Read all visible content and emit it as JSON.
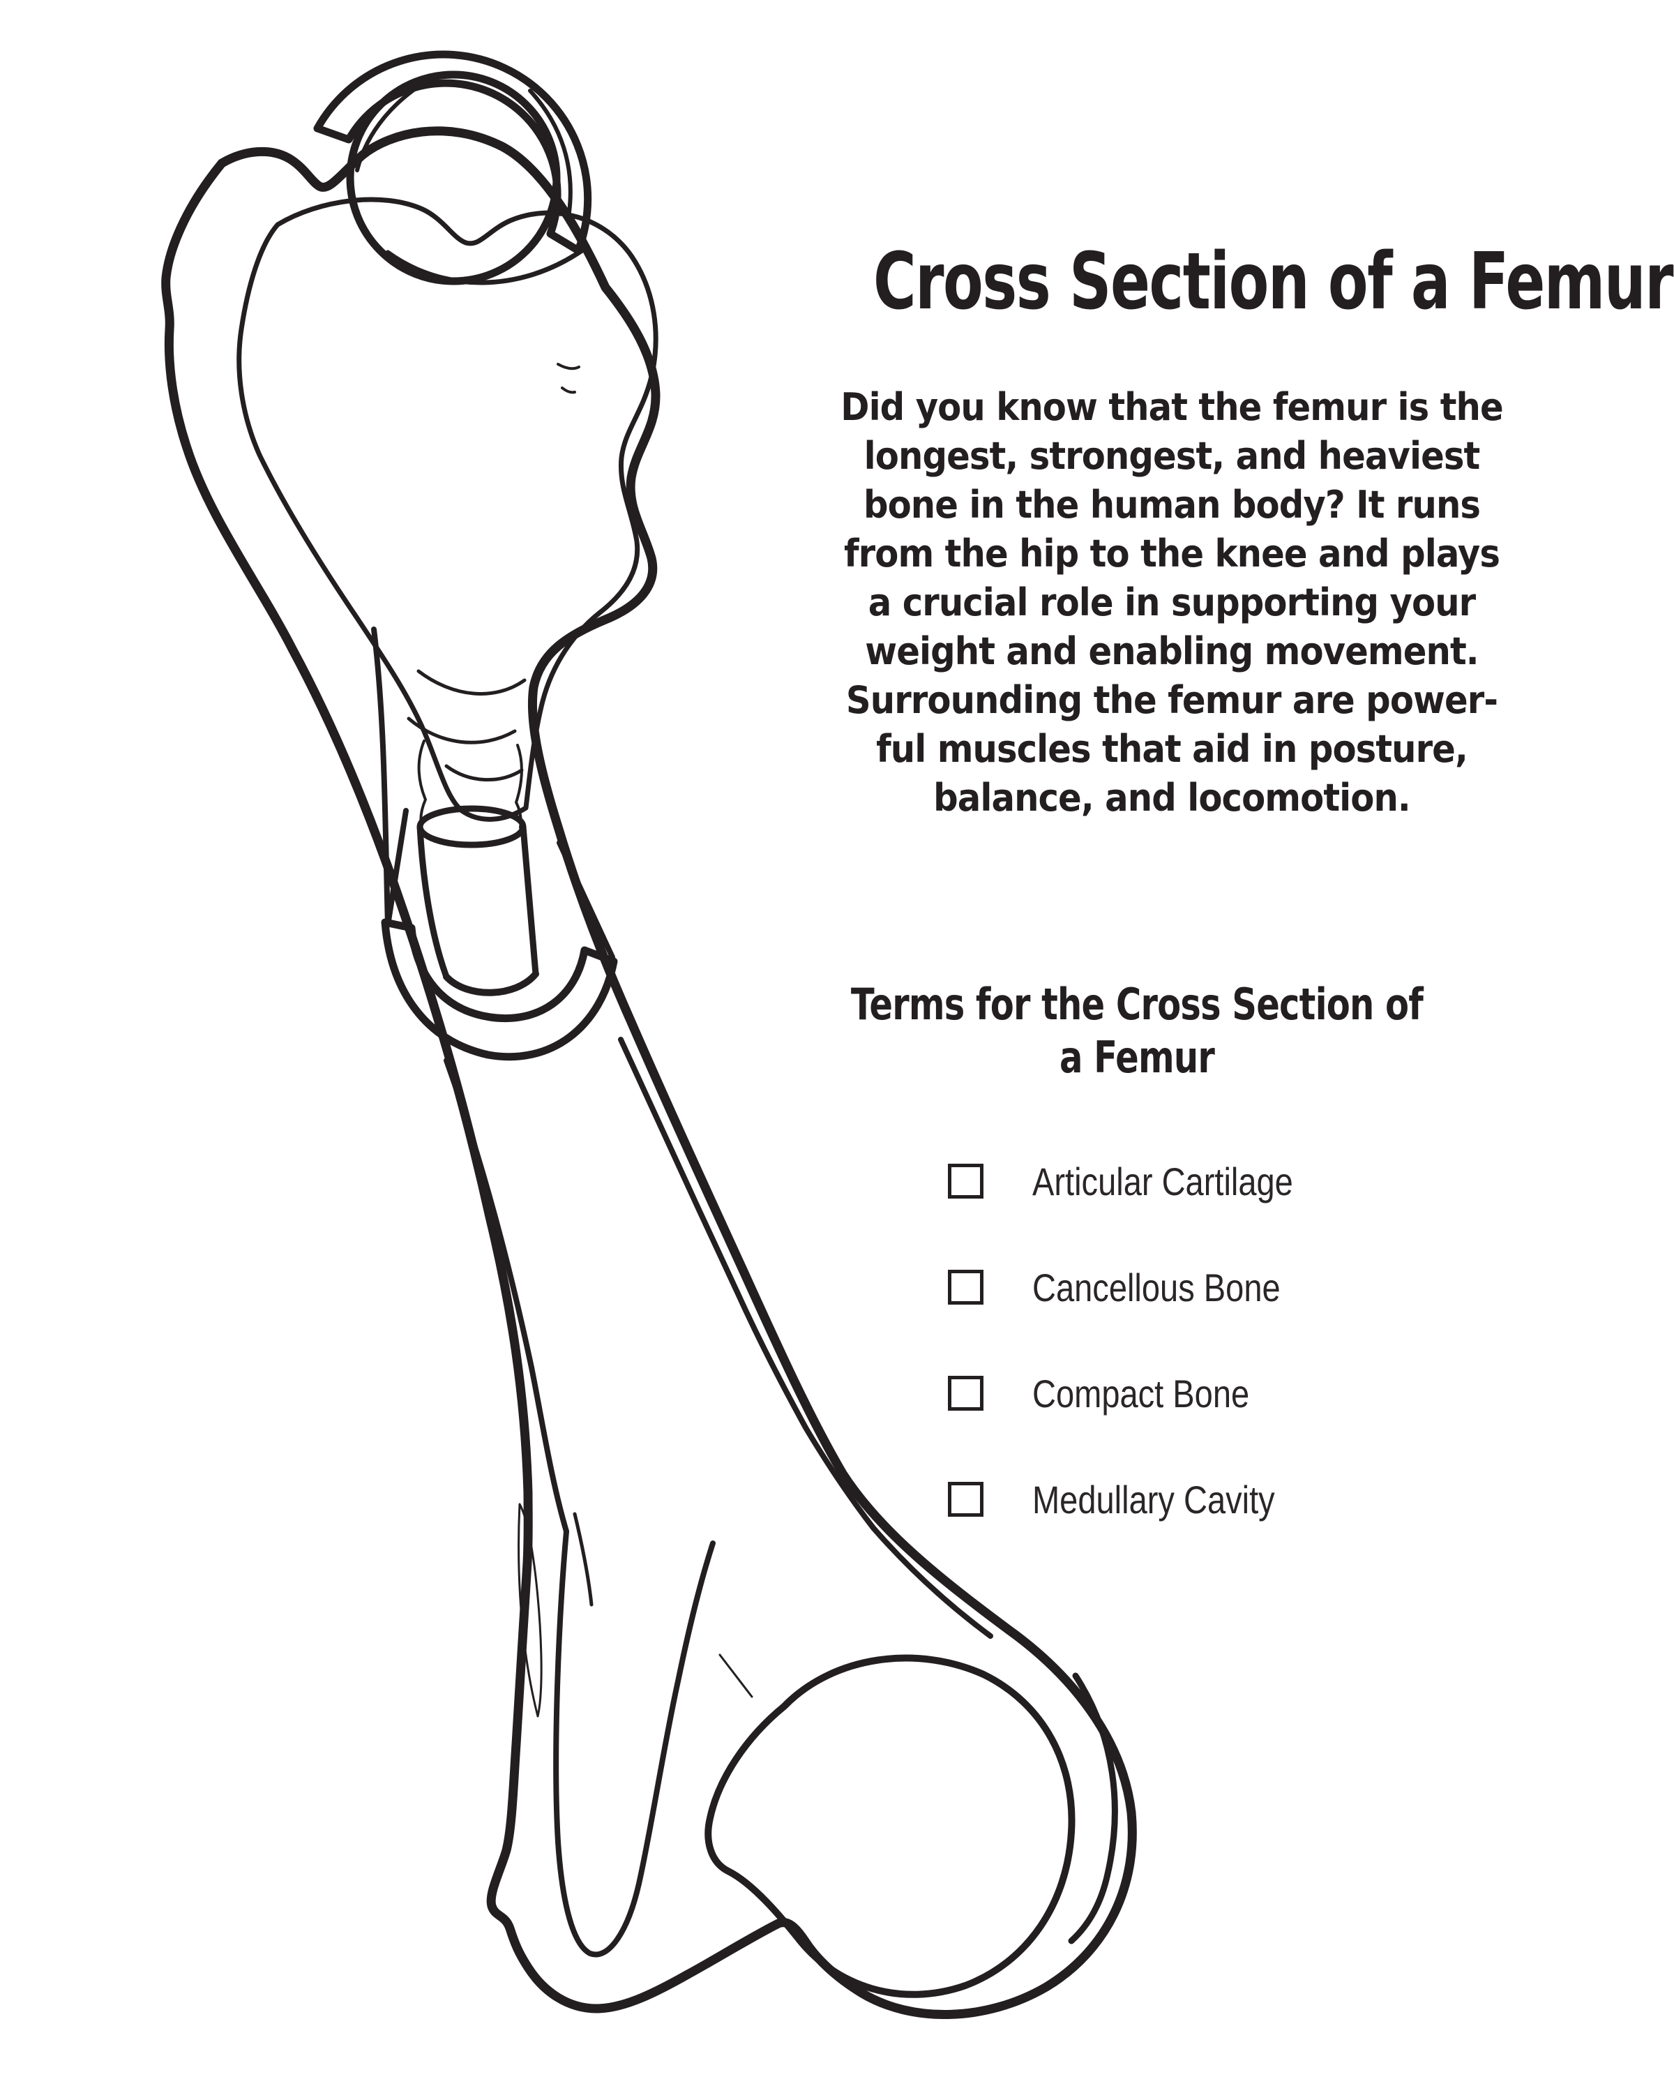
{
  "colors": {
    "ink": "#231f20",
    "paper": "#ffffff"
  },
  "header": {
    "title": "Cross Section of a Femur"
  },
  "intro": {
    "lines": [
      "Did you know that the femur is the",
      "longest, strongest, and heaviest",
      "bone in the human body? It runs",
      "from the hip to the knee and plays",
      "a crucial role in supporting your",
      "weight and enabling movement.",
      "Surrounding the femur are power-",
      "ful muscles that aid in posture,",
      "balance, and locomotion."
    ]
  },
  "terms_section": {
    "heading_lines": [
      "Terms for the Cross Section of",
      "a Femur"
    ],
    "items": [
      {
        "label": "Articular Cartilage",
        "checked": false
      },
      {
        "label": "Cancellous Bone",
        "checked": false
      },
      {
        "label": "Compact Bone",
        "checked": false
      },
      {
        "label": "Medullary Cavity",
        "checked": false
      }
    ]
  },
  "illustration": {
    "name": "femur-cross-section-line-art"
  }
}
